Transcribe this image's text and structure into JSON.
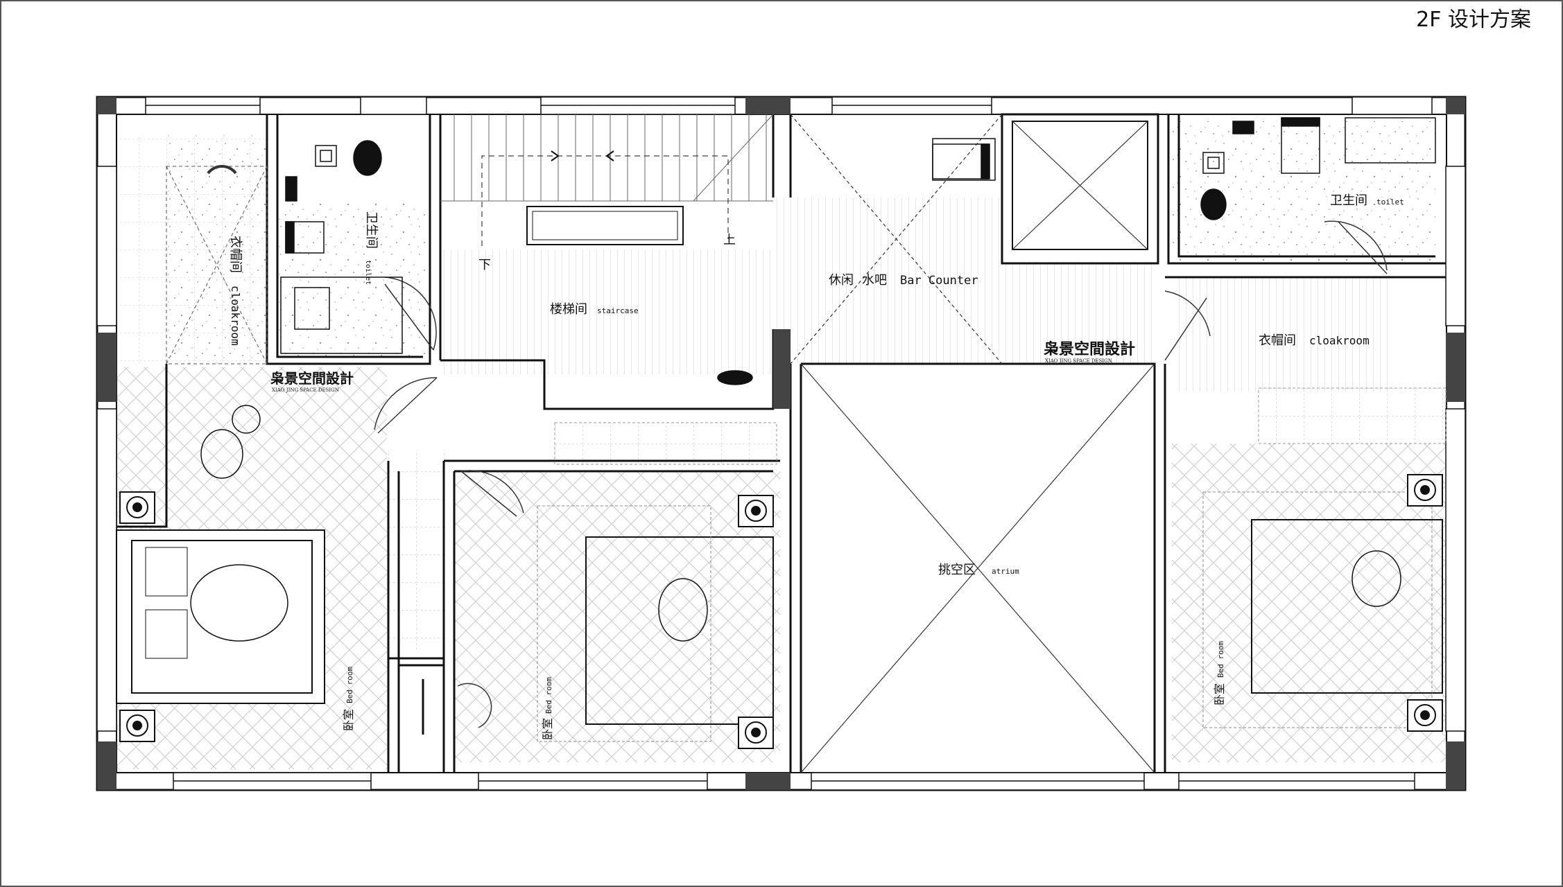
{
  "drawing_title": "2F 设计方案",
  "rooms": {
    "cloak_left": {
      "cn": "衣帽间",
      "en": "cloakroom"
    },
    "toilet_left": {
      "cn": "卫生间",
      "en": "toilet"
    },
    "staircase": {
      "cn": "楼梯间",
      "en": "staircase"
    },
    "stair_up": "上",
    "stair_down": "下",
    "bar": {
      "cn1": "休闲",
      "cn2": "水吧",
      "en": "Bar Counter"
    },
    "toilet_right": {
      "cn": "卫生间",
      "en": "toilet"
    },
    "cloak_right": {
      "cn": "衣帽间",
      "en": "cloakroom"
    },
    "atrium": {
      "cn": "挑空区",
      "en": "atrium"
    },
    "bed_left": {
      "cn": "卧室",
      "en": "Bed room"
    },
    "bed_mid": {
      "cn": "卧室",
      "en": "Bed room"
    },
    "bed_right": {
      "cn": "卧室",
      "en": "Bed room"
    }
  },
  "brand": {
    "name": "枭景空間設計",
    "sub": "XIAO JING SPACE DESIGN"
  }
}
